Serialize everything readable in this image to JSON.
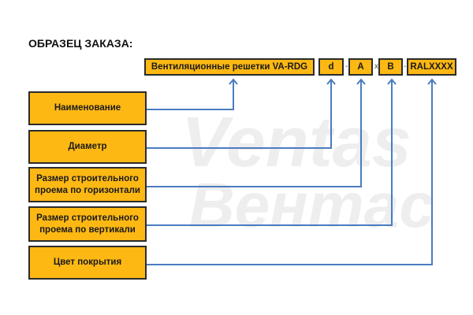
{
  "title": "ОБРАЗЕЦ ЗАКАЗА:",
  "code": {
    "name": "Вентиляционные решетки VA-RDG",
    "d": "d",
    "a": "A",
    "b": "B",
    "ral": "RALXXXX",
    "sep1": "-",
    "sep2": "x",
    "sep3": "-"
  },
  "labels": [
    "Наименование",
    "Диаметр",
    "Размер строительного проема по горизонтали",
    "Размер  строительного проема по вертикали",
    "Цвет покрытия"
  ],
  "watermark": {
    "line1": "Ventas",
    "line2": "Вентас"
  },
  "colors": {
    "box": "#fdb813",
    "line": "#4a7cc0"
  }
}
